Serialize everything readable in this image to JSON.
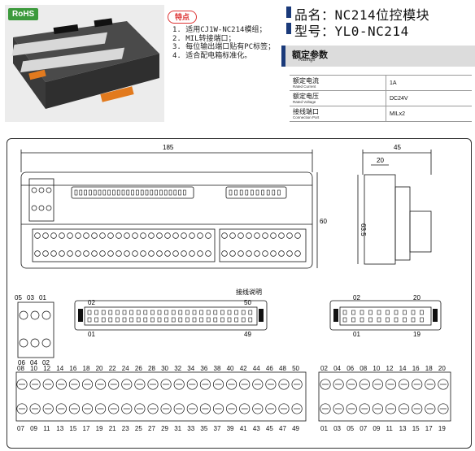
{
  "badge": "RoHS",
  "features": {
    "tag": "特点",
    "lines": [
      "1. 适用CJ1W-NC214模组；",
      "2. MIL转接端口；",
      "3. 每位输出端口贴有PC标签；",
      "4. 适合配电箱标准化。"
    ]
  },
  "header": {
    "name_line": "品名：NC214位控模块",
    "model_line": "型号：YL0-NC214"
  },
  "ratings": {
    "title_zh": "额定参数",
    "title_en": "Ratings"
  },
  "spec_rows": [
    {
      "zh": "额定电流",
      "en": "Rated Current",
      "value": "1A"
    },
    {
      "zh": "额定电压",
      "en": "Rated Voltage",
      "value": "DC24V"
    },
    {
      "zh": "接线端口",
      "en": "Connection Port",
      "value": "MILx2"
    }
  ],
  "drawing": {
    "dim_width": "185",
    "dim_height": "60",
    "dim_side_width": "45",
    "dim_side_inner": "20",
    "dim_side_h": "63.5",
    "wiring_title": "接线说明",
    "conn_a": {
      "tl": "02",
      "tr": "50",
      "bl": "01",
      "br": "49"
    },
    "conn_b": {
      "tl": "02",
      "tr": "20",
      "bl": "01",
      "br": "19"
    },
    "small_top": [
      "05",
      "03",
      "01"
    ],
    "small_bottom": [
      "06",
      "04",
      "02"
    ],
    "top_left_labels": [
      "08",
      "10",
      "12",
      "14",
      "16",
      "18",
      "20",
      "22",
      "24",
      "26",
      "28",
      "30",
      "32",
      "34",
      "36",
      "38",
      "40",
      "42",
      "44",
      "46",
      "48",
      "50"
    ],
    "bot_left_labels": [
      "07",
      "09",
      "11",
      "13",
      "15",
      "17",
      "19",
      "21",
      "23",
      "25",
      "27",
      "29",
      "31",
      "33",
      "35",
      "37",
      "39",
      "41",
      "43",
      "45",
      "47",
      "49"
    ],
    "top_right_labels": [
      "02",
      "04",
      "06",
      "08",
      "10",
      "12",
      "14",
      "16",
      "18",
      "20"
    ],
    "bot_right_labels": [
      "01",
      "03",
      "05",
      "07",
      "09",
      "11",
      "13",
      "15",
      "17",
      "19"
    ]
  }
}
